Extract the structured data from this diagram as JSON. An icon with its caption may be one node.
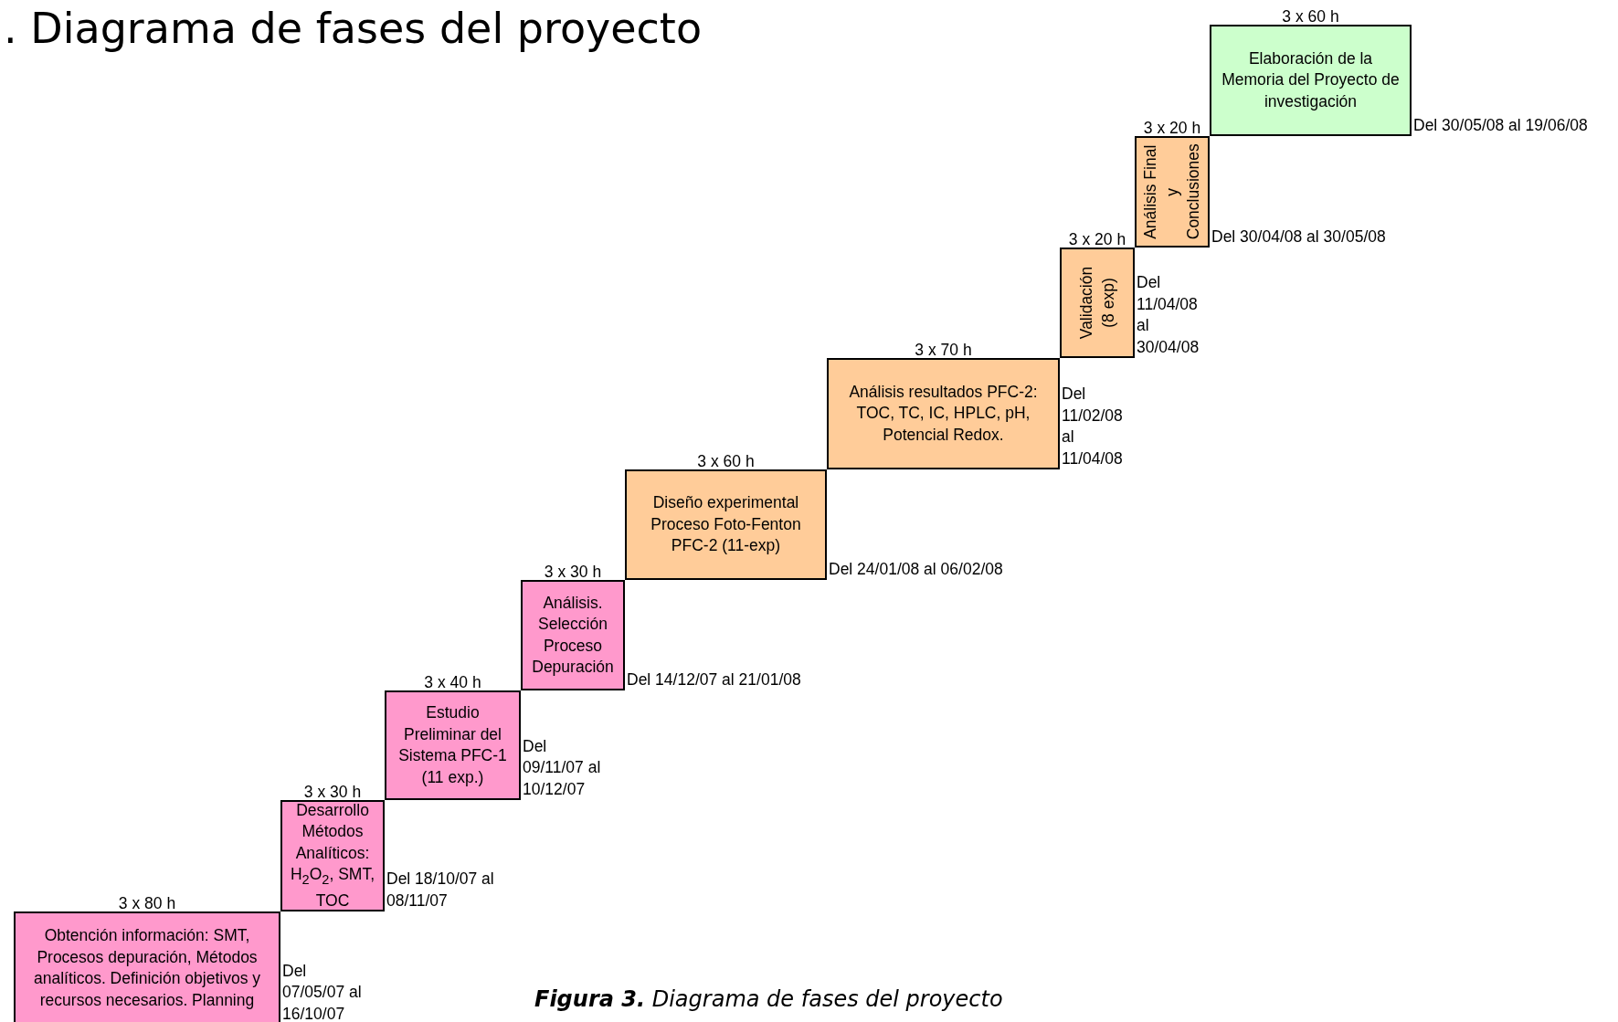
{
  "diagram": {
    "title": ". Diagrama de fases del proyecto",
    "caption": "**Figura 3.** Diagrama de fases del proyecto",
    "nodes": [
      {
        "text": [
          "3 x 80 h",
          "Obtención información: SMT, Procesos depuración, Métodos analíticos. Definición objetivos y recursos necesarios. Planning"
        ],
        "beside": [
          "Del 07/05/07 al 16/10/07"
        ]
      },
      {
        "text": [
          "3 x 30 h",
          "Desarrollo Métodos Analíticos: H$_{2}$O$_{2}$, SMT, TOC"
        ],
        "beside": [
          "Del 18/10/07 al 08/11/07"
        ]
      },
      {
        "text": [
          "3 x 40 h",
          "Estudio Preliminar del Sistema PFC-1 (11 exp.)"
        ],
        "beside": [
          "Del 09/11/07 al 10/12/07"
        ]
      },
      {
        "text": [
          "3 x 30 h",
          "Análisis. Selección Proceso Depuración"
        ],
        "beside": [
          "Del 14/12/07 al 21/01/08"
        ]
      },
      {
        "text": [
          "3 x 60 h",
          "Diseño experimental Proceso Foto-Fenton PFC-2 (11-exp)"
        ],
        "beside": [
          "Del 24/01/08 al 06/02/08"
        ]
      },
      {
        "text": [
          "3 x 70 h",
          "Análisis resultados PFC-2: TOC, TC, IC, HPLC, pH, Potencial Redox."
        ],
        "beside": [
          "Del 11/02/08 al 11/04/08"
        ]
      },
      {
        "text": [
          "3 x 20 h",
          "Validación (8 exp)"
        ],
        "beside": [
          "Del 11/04/08 al 30/04/08"
        ]
      },
      {
        "text": [
          "3 x 20 h",
          "Análisis Final y Conclusiones"
        ],
        "beside": [
          "Del 30/04/08 al 30/05/08"
        ]
      },
      {
        "text": [
          "3 x 60 h",
          "Elaboración de la Memoria del Proyecto de investigación"
        ],
        "beside": [
          "Del 30/05/08 al 19/06/08"
        ]
      }
    ]
  }
}
